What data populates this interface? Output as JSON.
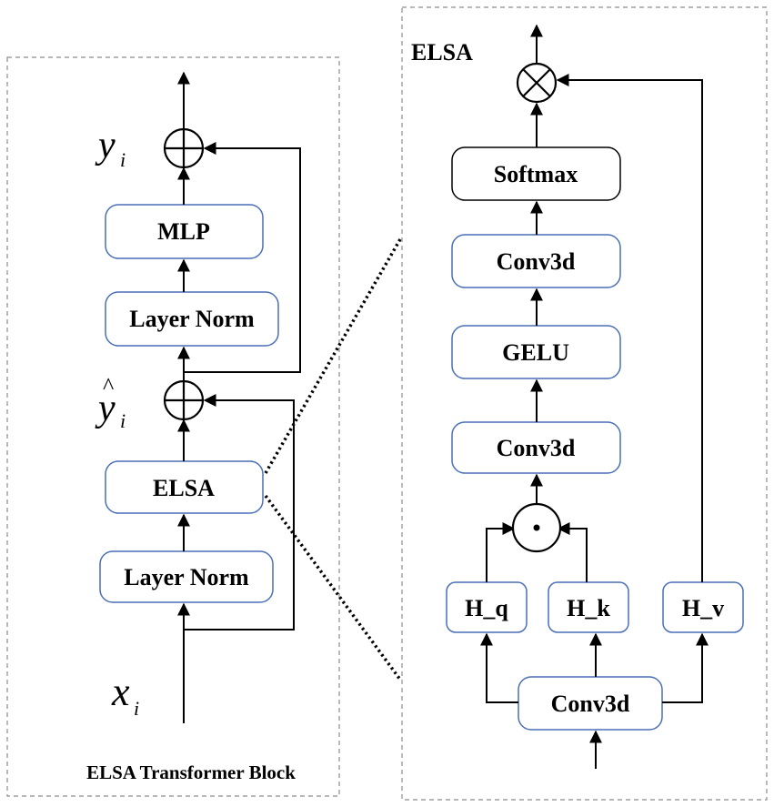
{
  "left_block": {
    "caption": "ELSA Transformer Block",
    "boxes": {
      "mlp": "MLP",
      "layer_norm_top": "Layer Norm",
      "elsa": "ELSA",
      "layer_norm_bottom": "Layer Norm"
    },
    "symbols": {
      "y": "y",
      "y_sub": "i",
      "y_hat": "y",
      "y_hat_sub": "i",
      "y_hat_accent": "^",
      "x": "x",
      "x_sub": "i"
    }
  },
  "right_block": {
    "title": "ELSA",
    "boxes": {
      "softmax": "Softmax",
      "conv3d_top": "Conv3d",
      "gelu": "GELU",
      "conv3d_mid": "Conv3d",
      "h_q": "H_q",
      "h_k": "H_k",
      "h_v": "H_v",
      "conv3d_bottom": "Conv3d"
    },
    "symbols": {
      "dot": "⊙",
      "multiply": "⊗"
    }
  },
  "colors": {
    "box_border": "#4a6fb5",
    "softmax_border": "#000000",
    "line": "#000000",
    "panel_border": "#8c8c8c"
  }
}
